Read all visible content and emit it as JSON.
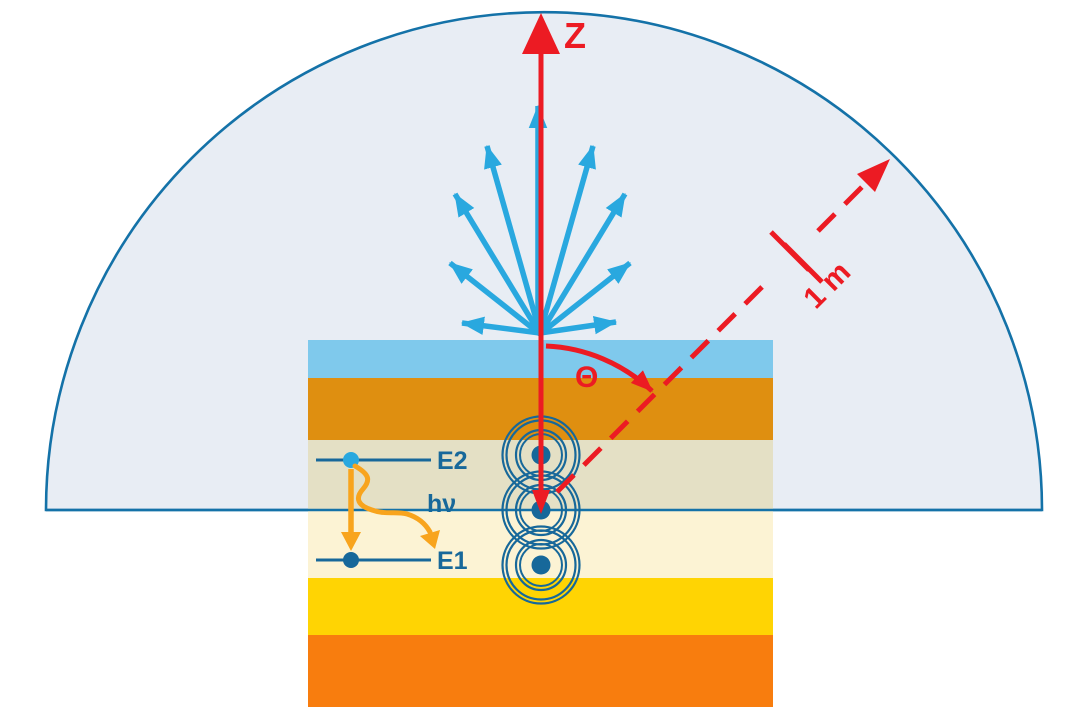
{
  "figure": {
    "title": "Hemispherical emission-measurement geometry over a layered luminescent sample",
    "labels": {
      "z_axis": "Z",
      "theta": "Θ",
      "distance": "1 m",
      "level_upper": "E2",
      "level_lower": "E1",
      "photon": "hν"
    },
    "colors": {
      "red": "#EC1B23",
      "emission_blue": "#29A8DF",
      "dark_blue": "#17689A",
      "orange_arrow": "#F8A41D",
      "dome_fill": "#E8EDF4",
      "layer_sky": "#7FC9EC",
      "layer_ochre": "#DF8F10",
      "layer_tan": "#E4E0C5",
      "layer_cream": "#FCF3D4",
      "layer_yellow": "#FFD403",
      "layer_orange": "#F87D0E"
    },
    "counts": {
      "emission_arrows": 9,
      "atoms": 3,
      "sample_layers": 6
    },
    "geometry": {
      "theta_between": "Z axis and dashed observation direction (45°)",
      "observation_distance": "1 m"
    }
  }
}
